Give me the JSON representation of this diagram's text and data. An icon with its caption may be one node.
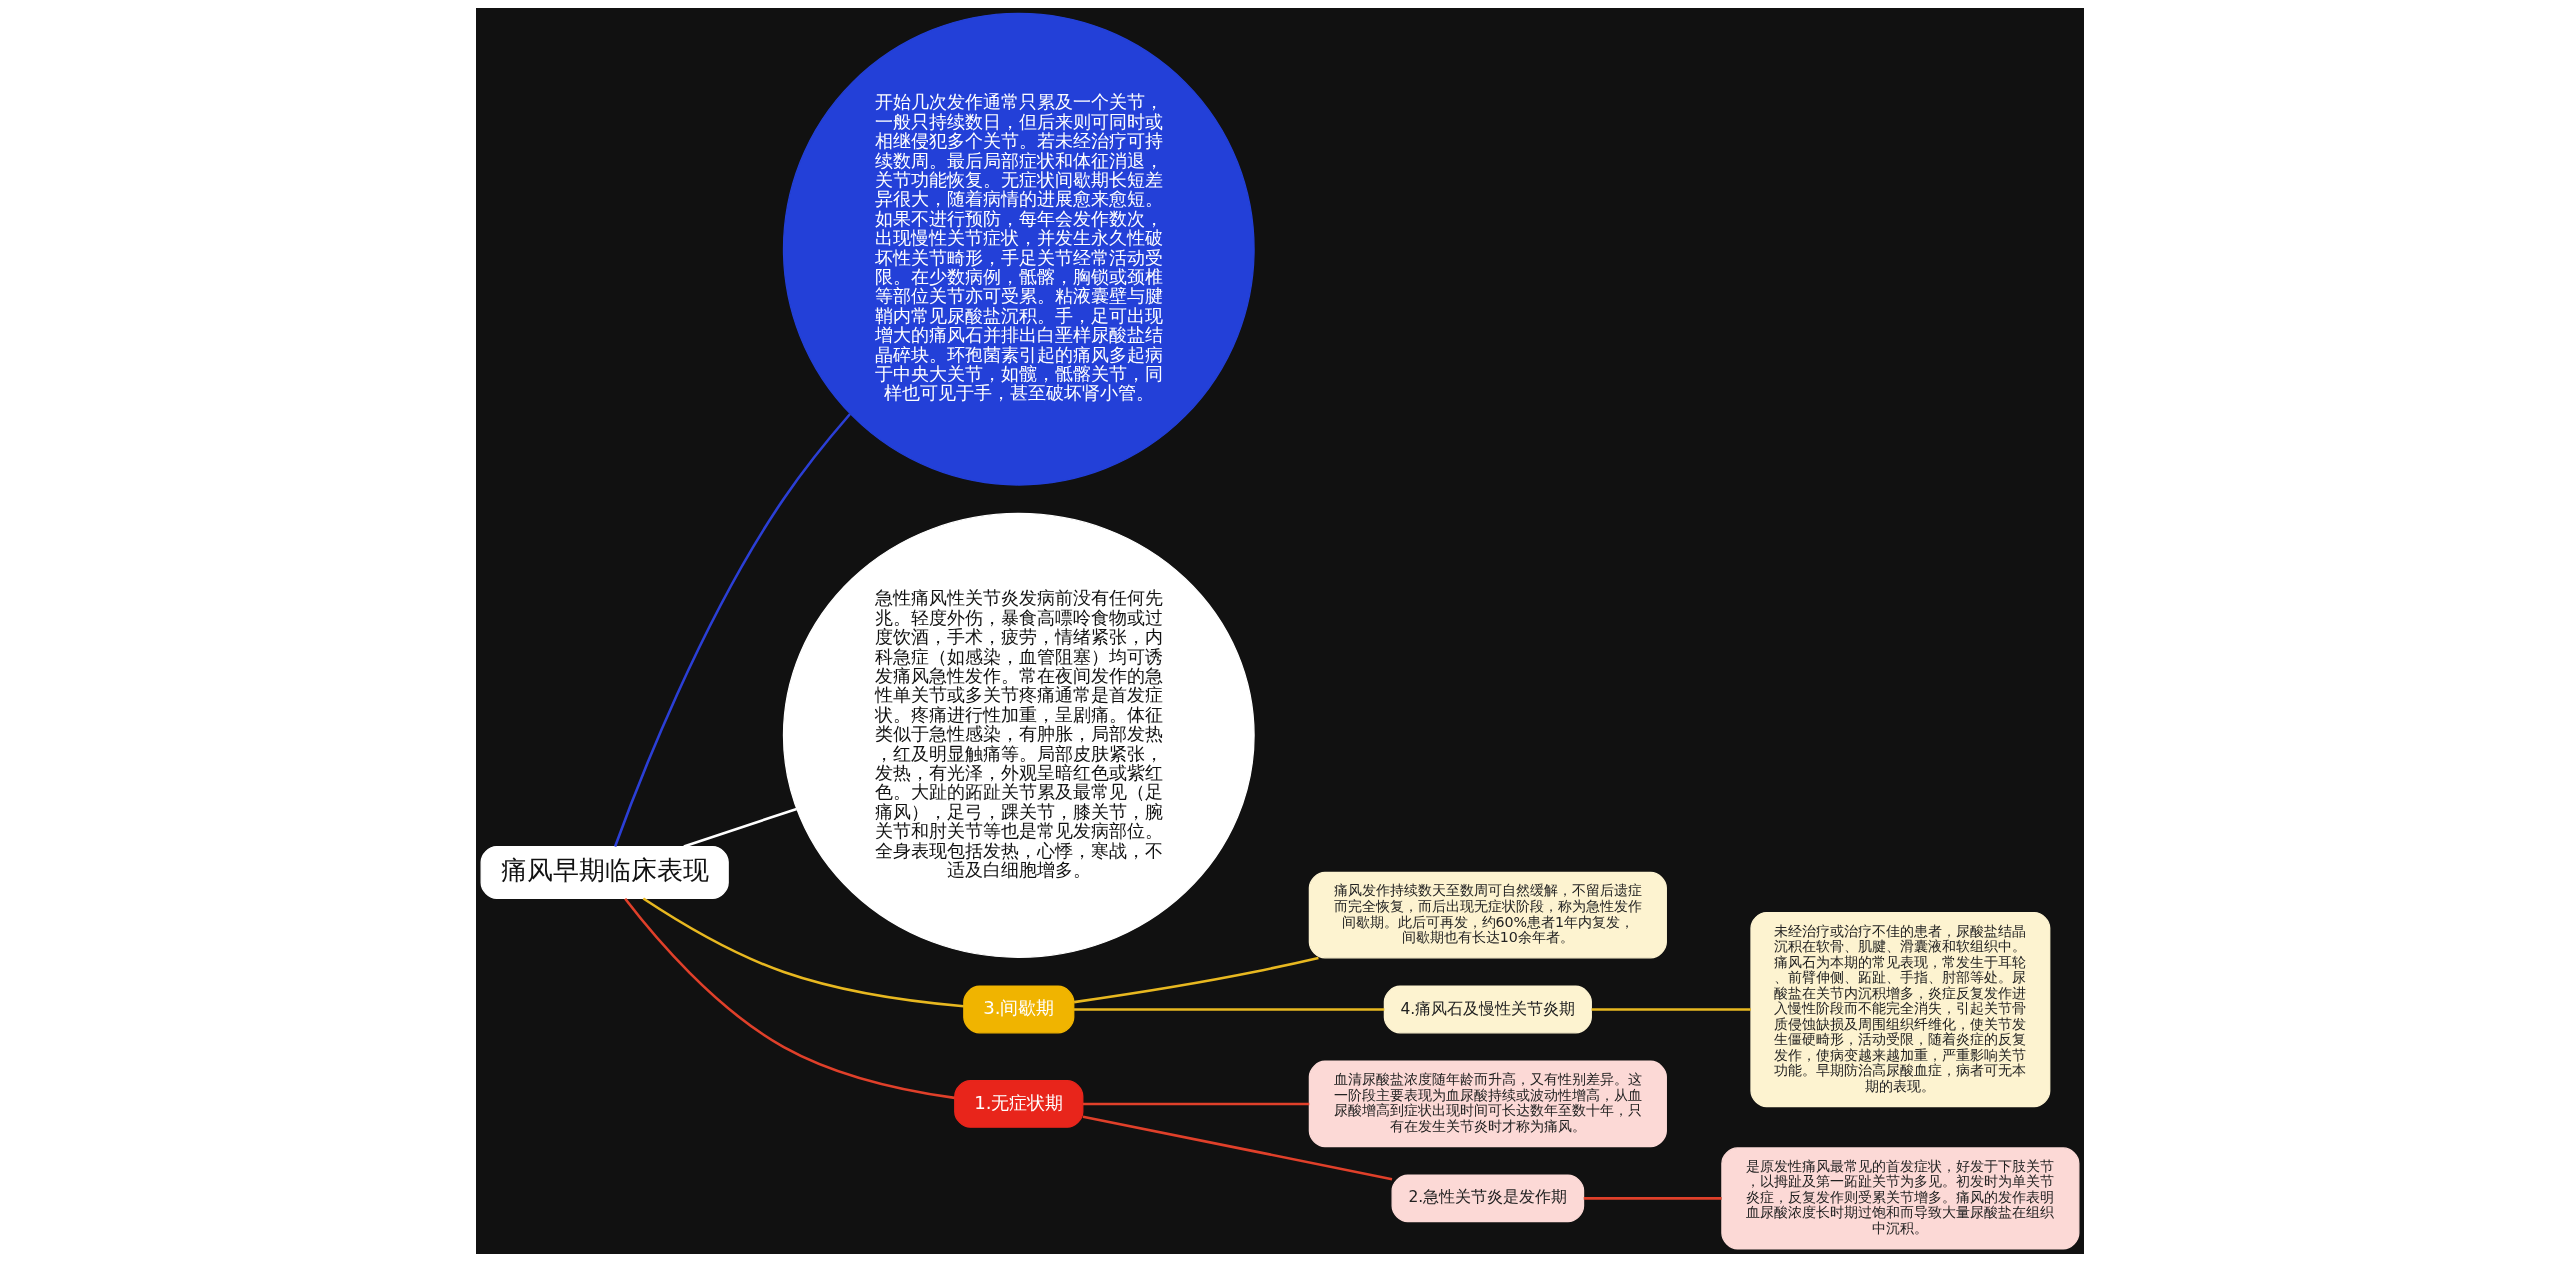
{
  "diagram": {
    "nodes": [
      {
        "text": [
          "痛风早期临床表现"
        ]
      },
      {
        "text": [
          "开始几次发作通常只累及一个关节，一般只持续数日，但后来则可同时或相继侵犯多个关节。若未经治疗可持续数周。最后局部症状和体征消退，关节功能恢复。无症状间歇期长短差异很大，随着病情的进展愈来愈短。如果不进行预防，每年会发作数次，出现慢性关节症状，并发生永久性破坏性关节畸形，手足关节经常活动受限。在少数病例，骶髂，胸锁或颈椎等部位关节亦可受累。粘液囊壁与腱鞘内常见尿酸盐沉积。手，足可出现增大的痛风石并排出白垩样尿酸盐结晶碎块。环孢菌素引起的痛风多起病于中央大关节，如髋，骶髂关节，同样也可见于手，甚至破坏肾小管。"
        ]
      },
      {
        "text": [
          "急性痛风性关节炎发病前没有任何先兆。轻度外伤，暴食高嘌呤食物或过度饮酒，手术，疲劳，情绪紧张，内科急症（如感染，血管阻塞）均可诱发痛风急性发作。常在夜间发作的急性单关节或多关节疼痛通常是首发症状。疼痛进行性加重，呈剧痛。体征类似于急性感染，有肿胀，局部发热，红及明显触痛等。局部皮肤紧张，发热，有光泽，外观呈暗红色或紫红色。大趾的跖趾关节累及最常见（足痛风），足弓，踝关节，膝关节，腕关节和肘关节等也是常见发病部位。全身表现包括发热，心悸，寒战，不适及白细胞增多。"
        ]
      },
      {
        "text": [
          "3.间歇期"
        ]
      },
      {
        "text": [
          "痛风发作持续数天至数周可自然缓解，不留后遗症而完全恢复，而后出现无症状阶段，称为急性发作间歇期。此后可再发，约60%患者1年内复发，间歇期也有长达10余年者。"
        ]
      },
      {
        "text": [
          "4.痛风石及慢性关节炎期"
        ]
      },
      {
        "text": [
          "未经治疗或治疗不佳的患者，尿酸盐结晶沉积在软骨、肌腱、滑囊液和软组织中。痛风石为本期的常见表现，常发生于耳轮、前臂伸侧、跖趾、手指、肘部等处。尿酸盐在关节内沉积增多，炎症反复发作进入慢性阶段而不能完全消失，引起关节骨质侵蚀缺损及周围组织纤维化，使关节发生僵硬畸形，活动受限，随着炎症的反复发作，使病变越来越加重，严重影响关节功能。早期防治高尿酸血症，病者可无本期的表现。"
        ]
      },
      {
        "text": [
          "1.无症状期"
        ]
      },
      {
        "text": [
          "血清尿酸盐浓度随年龄而升高，又有性别差异。这一阶段主要表现为血尿酸持续或波动性增高，从血尿酸增高到症状出现时间可长达数年至数十年，只有在发生关节炎时才称为痛风。"
        ]
      },
      {
        "text": [
          "2.急性关节炎是发作期"
        ]
      },
      {
        "text": [
          "是原发性痛风最常见的首发症状，好发于下肢关节，以拇趾及第一跖趾关节为多见。初发时为单关节炎症，反复发作则受累关节增多。痛风的发作表明血尿酸浓度长时期过饱和而导致大量尿酸盐在组织中沉积。"
        ]
      }
    ],
    "edges": [
      {
        "from": 0,
        "to": 1,
        "arrow": "none",
        "color": "#2b3fd6"
      },
      {
        "from": 0,
        "to": 2,
        "arrow": "none",
        "color": "#ffffff"
      },
      {
        "from": 0,
        "to": 3,
        "arrow": "none",
        "color": "#e8b820"
      },
      {
        "from": 3,
        "to": 4,
        "arrow": "none",
        "color": "#e8b820"
      },
      {
        "from": 3,
        "to": 5,
        "arrow": "none",
        "color": "#e8b820"
      },
      {
        "from": 5,
        "to": 6,
        "arrow": "none",
        "color": "#e8b820"
      },
      {
        "from": 0,
        "to": 7,
        "arrow": "none",
        "color": "#e0402a"
      },
      {
        "from": 7,
        "to": 8,
        "arrow": "none",
        "color": "#e0402a"
      },
      {
        "from": 7,
        "to": 9,
        "arrow": "none",
        "color": "#e0402a"
      },
      {
        "from": 9,
        "to": 10,
        "arrow": "none",
        "color": "#e0402a"
      }
    ]
  }
}
